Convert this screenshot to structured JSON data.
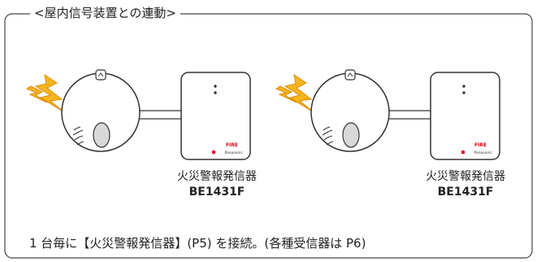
{
  "title": "<屋内信号装置との連動>",
  "units": [
    {
      "device_name": "火災警報発信器",
      "model": "BE1431F",
      "panel_text": "FIRE",
      "panel_subtext": "Panasonic"
    },
    {
      "device_name": "火災警報発信器",
      "model": "BE1431F",
      "panel_text": "FIRE",
      "panel_subtext": "Panasonic"
    }
  ],
  "caption": "1 台毎に【火災警報発信器】(P5) を接続。(各種受信器は P6)",
  "colors": {
    "frame": "#444444",
    "lightning": "#f5b51f",
    "lightning_outline": "#e08a00",
    "fire_red": "#e60012",
    "line": "#333333"
  }
}
